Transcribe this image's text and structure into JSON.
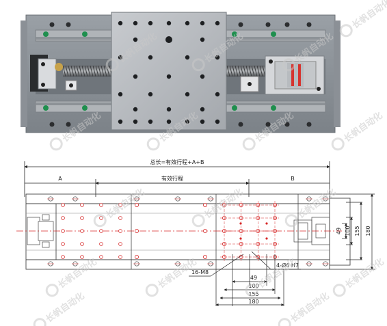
{
  "drawing": {
    "total_length_label": "总长=有效行程+A+B",
    "stroke_label": "有效行程",
    "label_a": "A",
    "label_b": "B",
    "holes_label": "16-M8",
    "pins_label": "4-Ø6 H7",
    "horizontal_dims": [
      "49",
      "100",
      "155",
      "180"
    ],
    "vertical_dims": [
      "49",
      "100",
      "155",
      "180"
    ]
  },
  "watermark": {
    "text": "长帆自动化",
    "color": "#c9c9c9"
  },
  "colors": {
    "centerline": "#d62828",
    "rail_marker": "#1f8f4e",
    "coupling": "#d6342f"
  }
}
